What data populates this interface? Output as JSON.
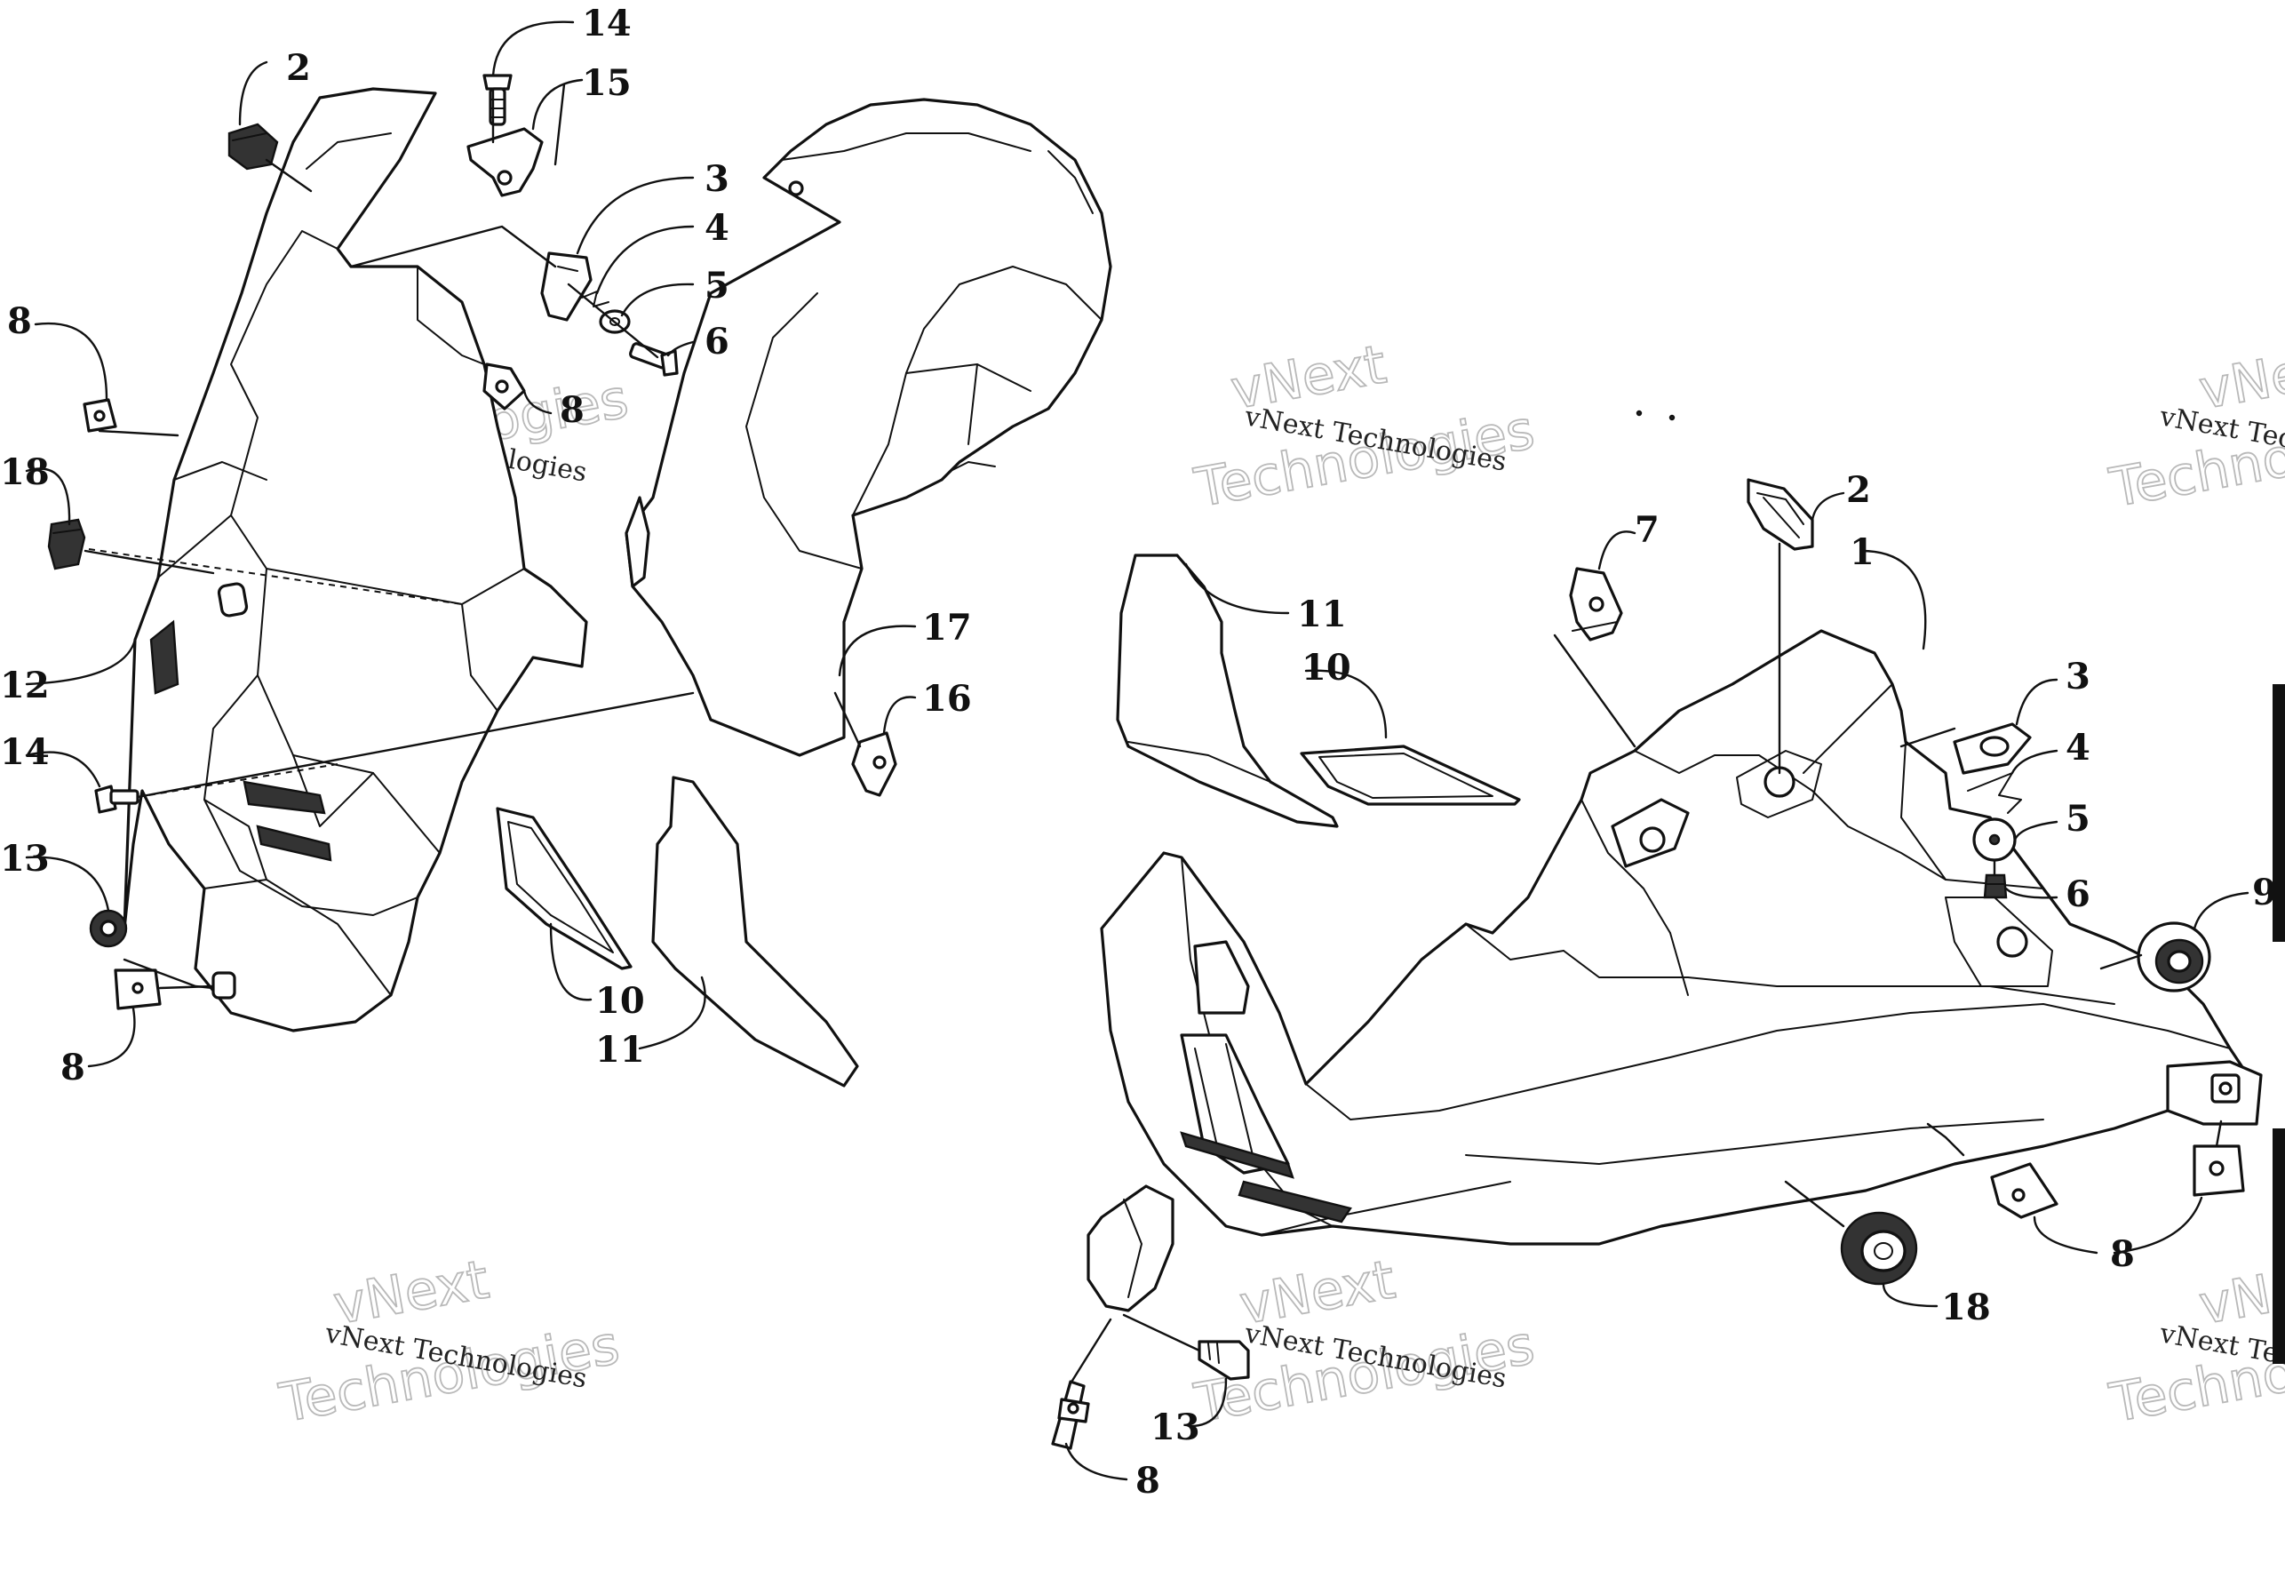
{
  "watermark": {
    "line": "vNext Technologies",
    "brand": "vNext",
    "word": "Technologies"
  },
  "callouts": {
    "left": {
      "c2": "2",
      "c14a": "14",
      "c15": "15",
      "c3": "3",
      "c4": "4",
      "c5": "5",
      "c6": "6",
      "c8a": "8",
      "c8b": "8",
      "c18": "18",
      "c12": "12",
      "c17": "17",
      "c16": "16",
      "c14b": "14",
      "c13": "13",
      "c10": "10",
      "c11": "11",
      "c8c": "8"
    },
    "right": {
      "c2": "2",
      "c1": "1",
      "c7": "7",
      "c11": "11",
      "c10": "10",
      "c3": "3",
      "c4": "4",
      "c5": "5",
      "c6": "6",
      "c9": "9",
      "c8a": "8",
      "c18": "18",
      "c13": "13",
      "c8b": "8"
    }
  },
  "colors": {
    "ink": "#111111",
    "paper": "#ffffff",
    "watermark": "#b9b9b9"
  }
}
